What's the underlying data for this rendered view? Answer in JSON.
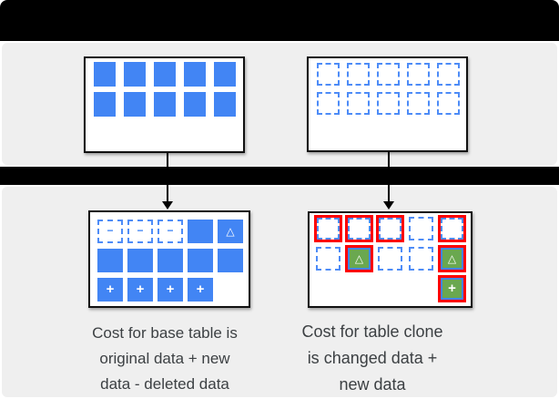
{
  "colors": {
    "blue": "#4285f4",
    "dash_blue": "#4e8cf7",
    "green": "#6aa84f",
    "red": "#ff0000",
    "panel_gray": "#efefef",
    "band_black": "#000000",
    "box_border": "#111111",
    "text": "#3c4043"
  },
  "captions": {
    "left": "Cost for base table is\noriginal data + new\ndata - deleted data",
    "right": "Cost for table clone\nis changed data +\nnew data"
  },
  "tables": {
    "base_before": {
      "rows": [
        [
          {
            "t": "solid"
          },
          {
            "t": "solid"
          },
          {
            "t": "solid"
          },
          {
            "t": "solid"
          },
          {
            "t": "solid"
          }
        ],
        [
          {
            "t": "solid"
          },
          {
            "t": "solid"
          },
          {
            "t": "solid"
          },
          {
            "t": "solid"
          },
          {
            "t": "solid"
          }
        ]
      ]
    },
    "clone_before": {
      "rows": [
        [
          {
            "t": "dashed"
          },
          {
            "t": "dashed"
          },
          {
            "t": "dashed"
          },
          {
            "t": "dashed"
          },
          {
            "t": "dashed"
          }
        ],
        [
          {
            "t": "dashed"
          },
          {
            "t": "dashed"
          },
          {
            "t": "dashed"
          },
          {
            "t": "dashed"
          },
          {
            "t": "dashed"
          }
        ]
      ]
    },
    "base_after": {
      "rows": [
        [
          {
            "t": "dashed",
            "s": "−"
          },
          {
            "t": "dashed",
            "s": "−"
          },
          {
            "t": "dashed",
            "s": "−"
          },
          {
            "t": "solid"
          },
          {
            "t": "solid",
            "s": "△"
          }
        ],
        [
          {
            "t": "solid"
          },
          {
            "t": "solid"
          },
          {
            "t": "solid"
          },
          {
            "t": "solid"
          },
          {
            "t": "solid"
          }
        ],
        [
          {
            "t": "solid",
            "s": "+"
          },
          {
            "t": "solid",
            "s": "+"
          },
          {
            "t": "solid",
            "s": "+"
          },
          {
            "t": "solid",
            "s": "+"
          },
          {
            "t": "empty"
          }
        ]
      ]
    },
    "clone_after": {
      "rows": [
        [
          {
            "t": "dashed",
            "red": true
          },
          {
            "t": "dashed",
            "red": true
          },
          {
            "t": "dashed",
            "red": true
          },
          {
            "t": "dashed"
          },
          {
            "t": "dashed",
            "red": true
          }
        ],
        [
          {
            "t": "dashed"
          },
          {
            "t": "green",
            "s": "△",
            "red": true
          },
          {
            "t": "dashed"
          },
          {
            "t": "dashed"
          },
          {
            "t": "green",
            "s": "△",
            "red": true
          }
        ],
        [
          {
            "t": "empty"
          },
          {
            "t": "empty"
          },
          {
            "t": "empty"
          },
          {
            "t": "empty"
          },
          {
            "t": "green",
            "s": "+",
            "red": true
          }
        ]
      ]
    }
  }
}
